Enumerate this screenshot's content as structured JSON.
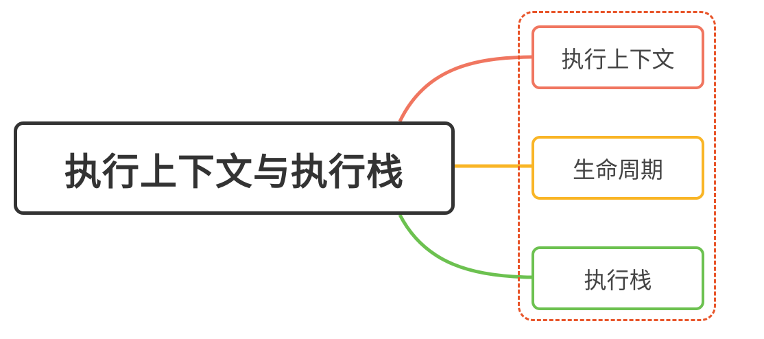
{
  "diagram": {
    "root": {
      "label": "执行上下文与执行栈"
    },
    "children": [
      {
        "label": "执行上下文",
        "color": "#f07660"
      },
      {
        "label": "生命周期",
        "color": "#f9b526"
      },
      {
        "label": "执行栈",
        "color": "#6cc150"
      }
    ],
    "group_border_color": "#e8552a",
    "root_border_color": "#333333"
  }
}
